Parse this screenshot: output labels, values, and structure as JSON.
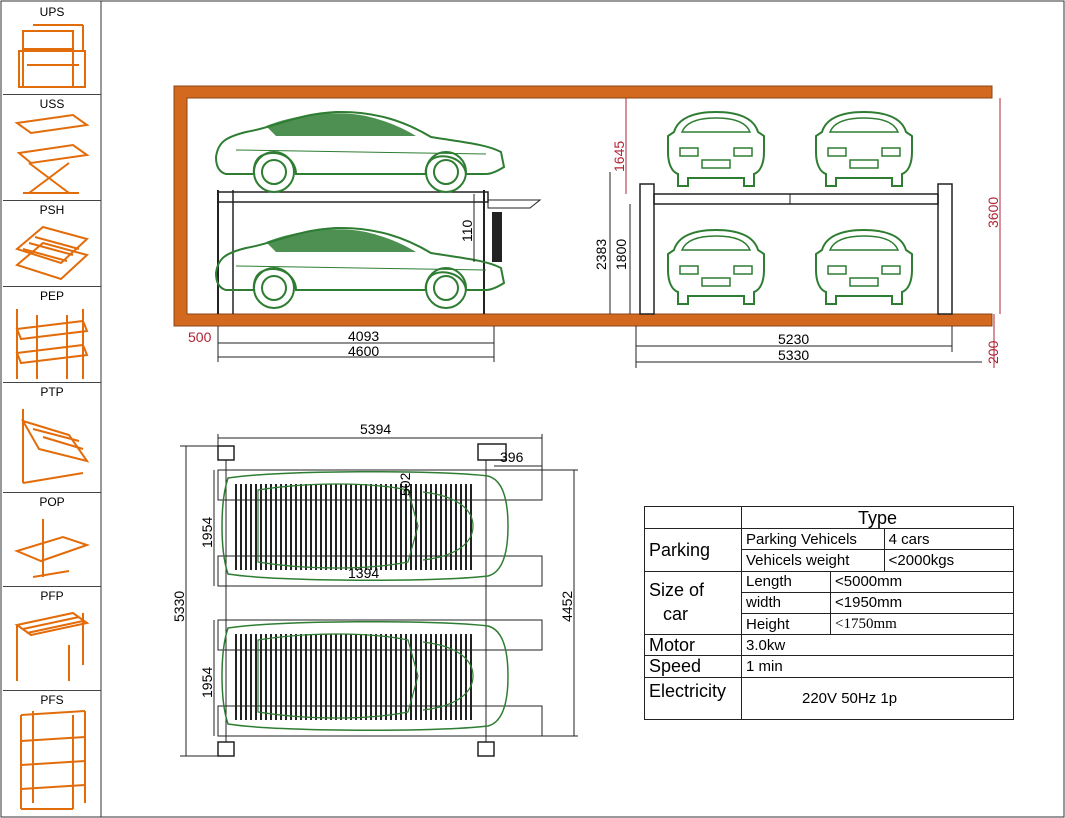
{
  "sidebar": {
    "items": [
      {
        "label": "UPS",
        "icon": "ups-lift-icon"
      },
      {
        "label": "USS",
        "icon": "uss-scissor-lift-icon"
      },
      {
        "label": "PSH",
        "icon": "psh-lift-icon"
      },
      {
        "label": "PEP",
        "icon": "pep-lift-icon"
      },
      {
        "label": "PTP",
        "icon": "ptp-tilt-lift-icon"
      },
      {
        "label": "POP",
        "icon": "pop-single-post-lift-icon"
      },
      {
        "label": "PFP",
        "icon": "pfp-four-post-lift-icon"
      },
      {
        "label": "PFS",
        "icon": "pfs-stacker-icon"
      }
    ]
  },
  "side_view": {
    "dims": {
      "d500": "500",
      "d4093": "4093",
      "d4600": "4600",
      "d110": "110"
    }
  },
  "front_view": {
    "dims": {
      "d1645": "1645",
      "d2383": "2383",
      "d1800": "1800",
      "d3600": "3600",
      "d5230": "5230",
      "d5330": "5330",
      "d200": "200"
    }
  },
  "top_view": {
    "dims": {
      "d5394": "5394",
      "d396": "396",
      "d502": "502",
      "d1954a": "1954",
      "d1394": "1394",
      "d5330": "5330",
      "d4452": "4452",
      "d1954b": "1954"
    }
  },
  "spec_table": {
    "header": "Type",
    "parking": {
      "label": "Parking",
      "vehicles_label": "Parking Vehicels",
      "vehicles_value": "4 cars",
      "weight_label": "Vehicels weight",
      "weight_value": "<2000kgs"
    },
    "size": {
      "label_line1": "Size  of",
      "label_line2": "car",
      "length_label": "Length",
      "length_value": "<5000mm",
      "width_label": "width",
      "width_value": "<1950mm",
      "height_label": "Height",
      "height_value": "<1750mm"
    },
    "motor": {
      "label": "Motor",
      "value": "3.0kw"
    },
    "speed": {
      "label": "Speed",
      "value": "1 min"
    },
    "electricity": {
      "label": "Electricity",
      "value": "220V  50Hz  1p"
    }
  },
  "colors": {
    "orange": "#d2691e",
    "car_green": "#2e7d32",
    "dim_red": "#b22234",
    "line": "#222222"
  }
}
